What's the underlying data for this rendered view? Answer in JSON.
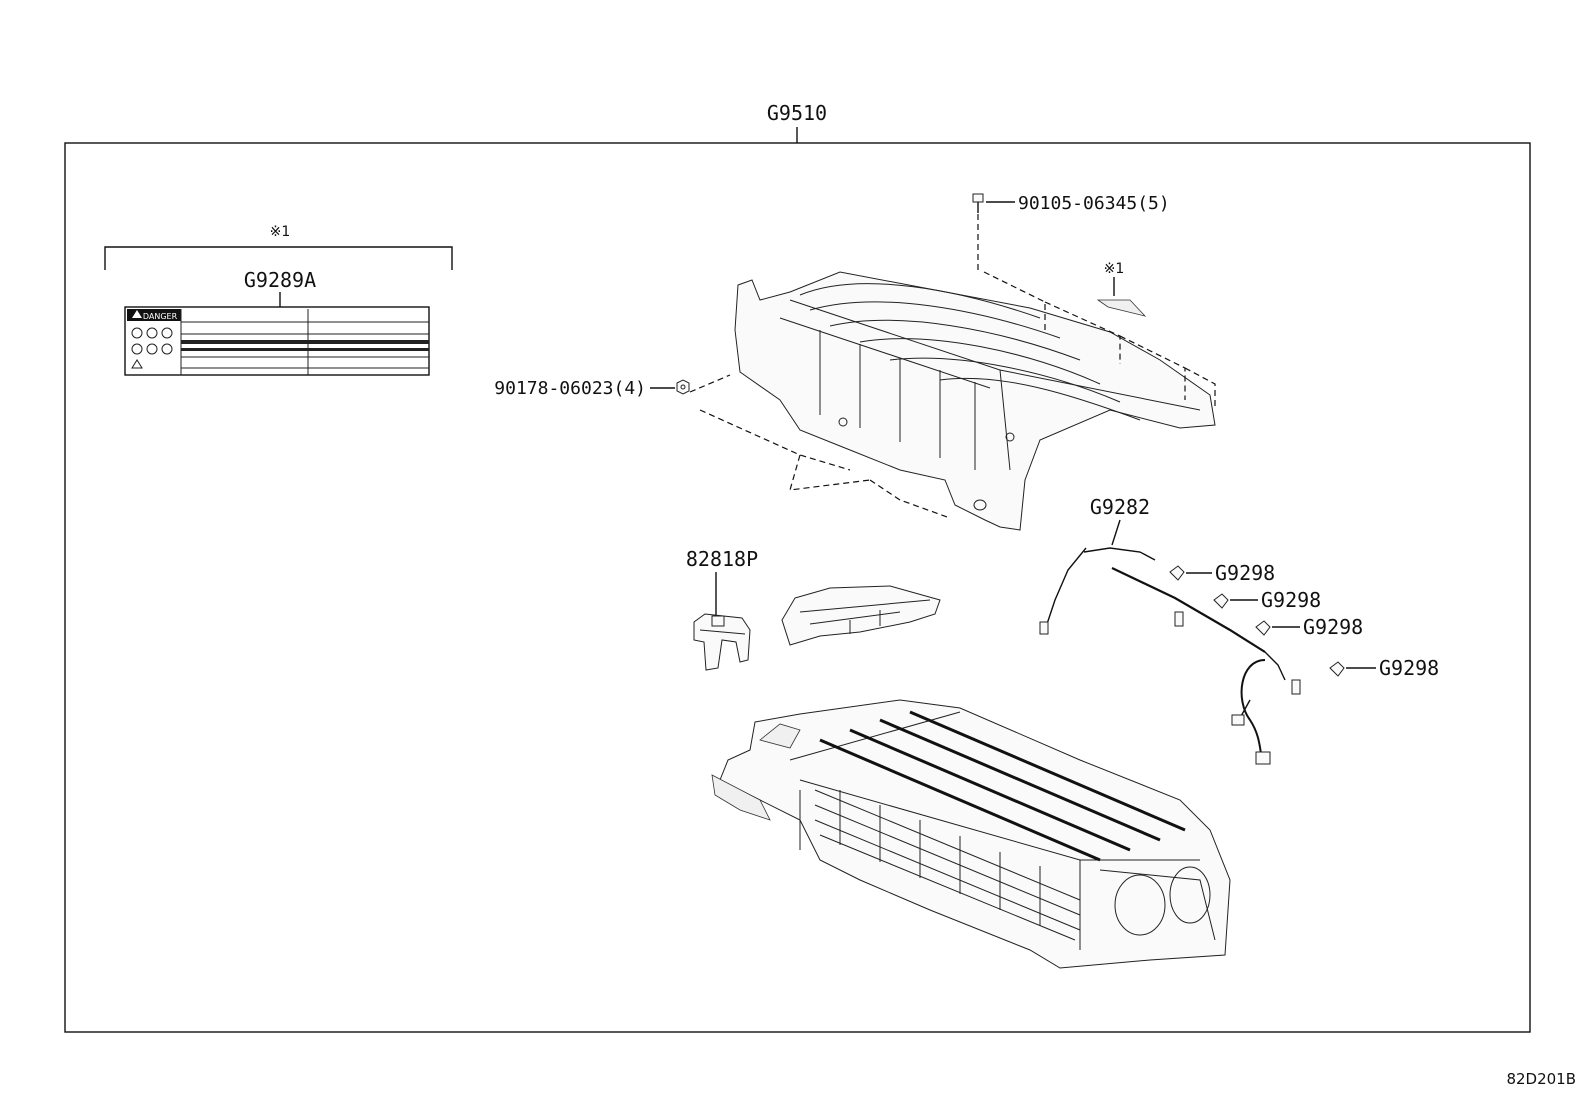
{
  "assembly_label": "G9510",
  "note_mark": "※1",
  "callouts": {
    "label_part": "G9289A",
    "bolt": "90105-06345(5)",
    "nut": "90178-06023(4)",
    "wire": "G9282",
    "bracket": "82818P",
    "clip_1": "G9298",
    "clip_2": "G9298",
    "clip_3": "G9298",
    "clip_4": "G9298"
  },
  "warning_label": {
    "heading": "DANGER"
  },
  "diagram_code": "82D201B"
}
